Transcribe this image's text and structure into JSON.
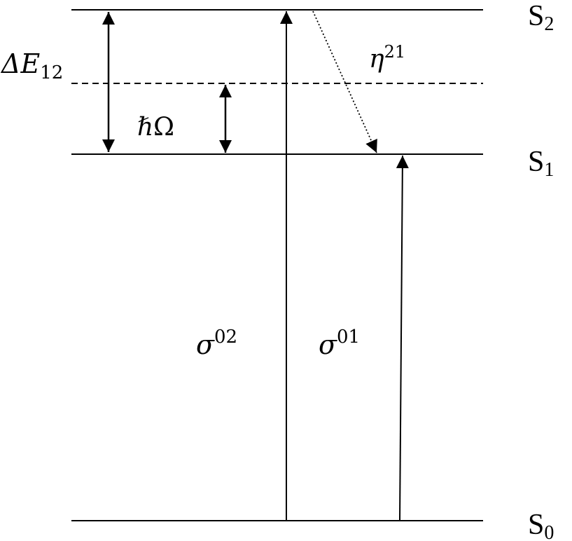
{
  "diagram": {
    "levels": [
      {
        "id": "s2",
        "name": "S",
        "sub": "2"
      },
      {
        "id": "s1",
        "name": "S",
        "sub": "1"
      },
      {
        "id": "s0",
        "name": "S",
        "sub": "0"
      }
    ],
    "labels": {
      "delta_e": {
        "prefix": "ΔE",
        "sub": "12"
      },
      "hbar_omega": "ℏΩ",
      "eta": {
        "base": "η",
        "sup": "21"
      },
      "sigma02": {
        "base": "σ",
        "sup": "02"
      },
      "sigma01": {
        "base": "σ",
        "sup": "01"
      }
    },
    "colors": {
      "ink": "#000000",
      "background": "#ffffff"
    }
  }
}
